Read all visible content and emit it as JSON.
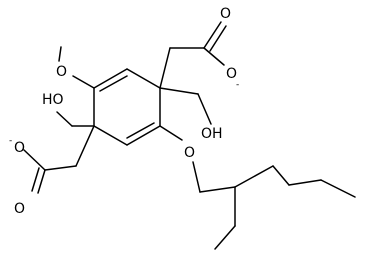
{
  "molecule": {
    "atoms": {
      "o_methoxy": "O",
      "o_hydroxymethyl_left": "HO",
      "o_hydroxymethyl_right": "OH",
      "o_ether": "O",
      "o_carbonyl_top": "O",
      "o_carboxylate_top": "O",
      "o_carbonyl_bottom": "O",
      "o_carboxylate_bottom": "O"
    },
    "charges": {
      "top_carboxylate": "-",
      "bottom_carboxylate": "-"
    }
  }
}
